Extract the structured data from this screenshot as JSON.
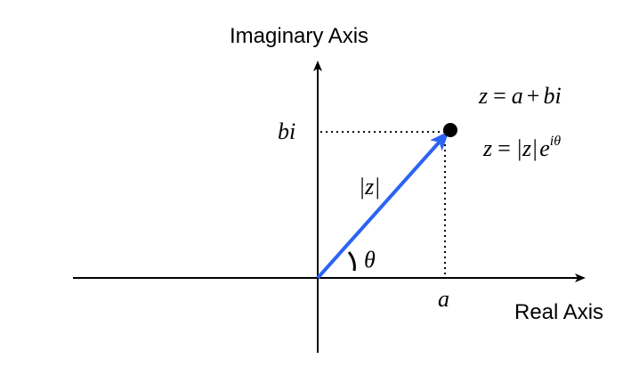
{
  "diagram": {
    "y_axis_label": "Imaginary Axis",
    "x_axis_label": "Real Axis",
    "imag_tick_label": "bi",
    "real_tick_label": "a",
    "magnitude_label": "|z|",
    "angle_label": "θ",
    "eq_rect": {
      "lhs": "z",
      "eq": "=",
      "a": "a",
      "plus": "+",
      "bi": "bi"
    },
    "eq_polar": {
      "lhs": "z",
      "eq": "=",
      "abs": "|z|",
      "e": "e",
      "exp": "iθ"
    },
    "colors": {
      "vector": "#2b63f4",
      "axes": "#000000"
    }
  }
}
